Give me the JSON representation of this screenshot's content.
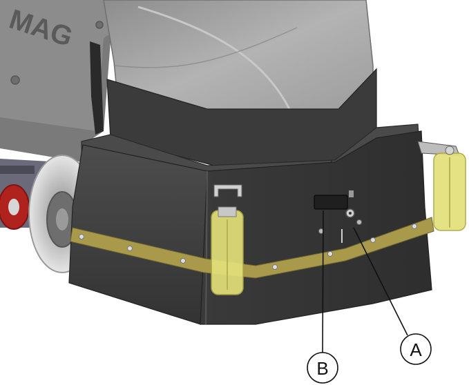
{
  "figure": {
    "brand_fragment": "MAG",
    "callouts": [
      {
        "id": "A",
        "label": "A"
      },
      {
        "id": "B",
        "label": "B"
      }
    ],
    "colors": {
      "body_dark": "#3a3a3a",
      "body_mid": "#4a4a4a",
      "body_light": "#5c5c5c",
      "cover_grey": "#a9a9a9",
      "brass_strip": "#a89a4a",
      "roller_yellow": "#e3e07a",
      "wheel_red": "#b0221e",
      "wheel_tire": "#d9d9d9"
    }
  }
}
